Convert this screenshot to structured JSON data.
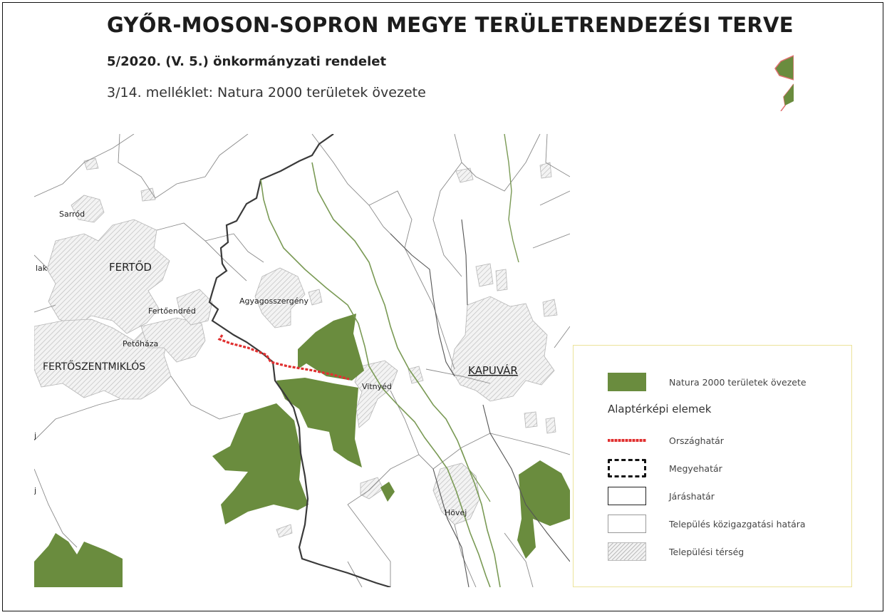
{
  "header": {
    "title": "GYŐR-MOSON-SOPRON MEGYE TERÜLETRENDEZÉSI TERVE",
    "decree": "5/2020. (V. 5.) önkormányzati rendelet",
    "annex": "3/14. melléklet: Natura 2000 területek övezete"
  },
  "map": {
    "places": {
      "sarrod": "Sarród",
      "fertod": "FERTŐD",
      "lak": "lak",
      "fertoendred": "Fertőendréd",
      "agyagosszergeny": "Agyagosszergény",
      "petohaza": "Petőháza",
      "fertoszentmiklos": "FERTŐSZENTMIKLÓS",
      "vitnyed": "Vitnyéd",
      "kapuvar": "KAPUVÁR",
      "hovej": "Hövej",
      "edge_j1": "j",
      "edge_j2": "j"
    }
  },
  "legend": {
    "natura": "Natura 2000 területek övezete",
    "base_heading": "Alaptérképi elemek",
    "items": [
      "Országhatár",
      "Megyehatár",
      "Járáshatár",
      "Település közigazgatási határa",
      "Települési térség"
    ]
  },
  "colors": {
    "natura_green": "#6a8c3e",
    "country_border": "#e03030",
    "river": "#7a9a55",
    "legend_border": "#ece39a"
  }
}
